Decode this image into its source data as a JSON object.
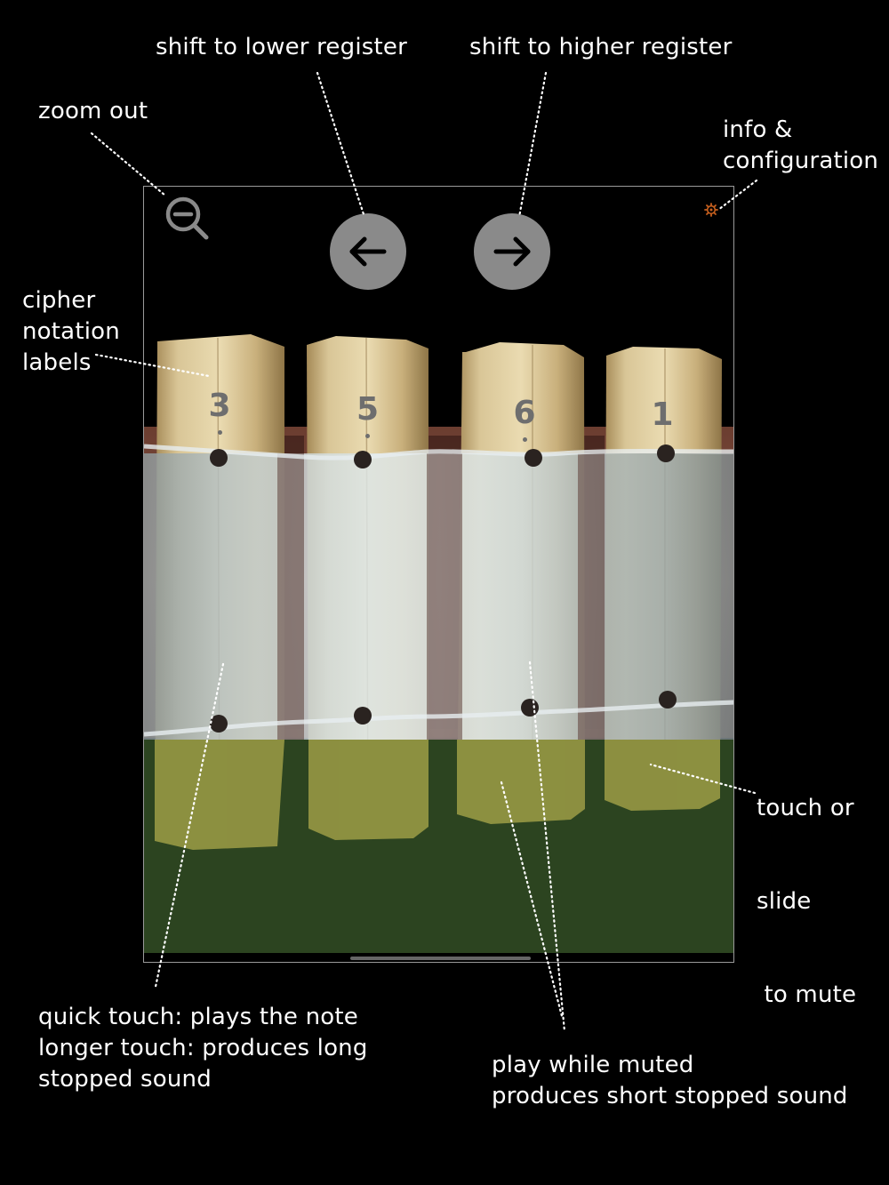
{
  "callouts": {
    "zoom_out": "zoom out",
    "shift_lower": "shift to lower register",
    "shift_higher": "shift to higher register",
    "info_lines": [
      "info &",
      "configuration"
    ],
    "cipher_lines": [
      "cipher",
      "notation",
      "labels"
    ],
    "mute_lines": [
      "touch or",
      "slide",
      " to mute"
    ],
    "touch_lines": [
      "quick touch: plays the note",
      "longer touch: produces long",
      "stopped sound"
    ],
    "muted_lines": [
      "play while muted",
      "produces short stopped sound"
    ]
  },
  "instrument": {
    "bars": [
      {
        "label": "3",
        "dot": "below"
      },
      {
        "label": "5",
        "dot": "below"
      },
      {
        "label": "6",
        "dot": "below"
      },
      {
        "label": "1",
        "dot": "none"
      }
    ]
  },
  "icons": {
    "zoom": "zoom-out-icon",
    "left": "arrow-left-icon",
    "right": "arrow-right-icon",
    "settings": "gear-icon"
  },
  "colors": {
    "background": "#000000",
    "button": "#8a8a8a",
    "brass": "#cfb98a",
    "silver": "#c7d3d6",
    "mute_overlay": "#2c4420",
    "gear": "#c8601e",
    "label": "#6e6e6e"
  }
}
